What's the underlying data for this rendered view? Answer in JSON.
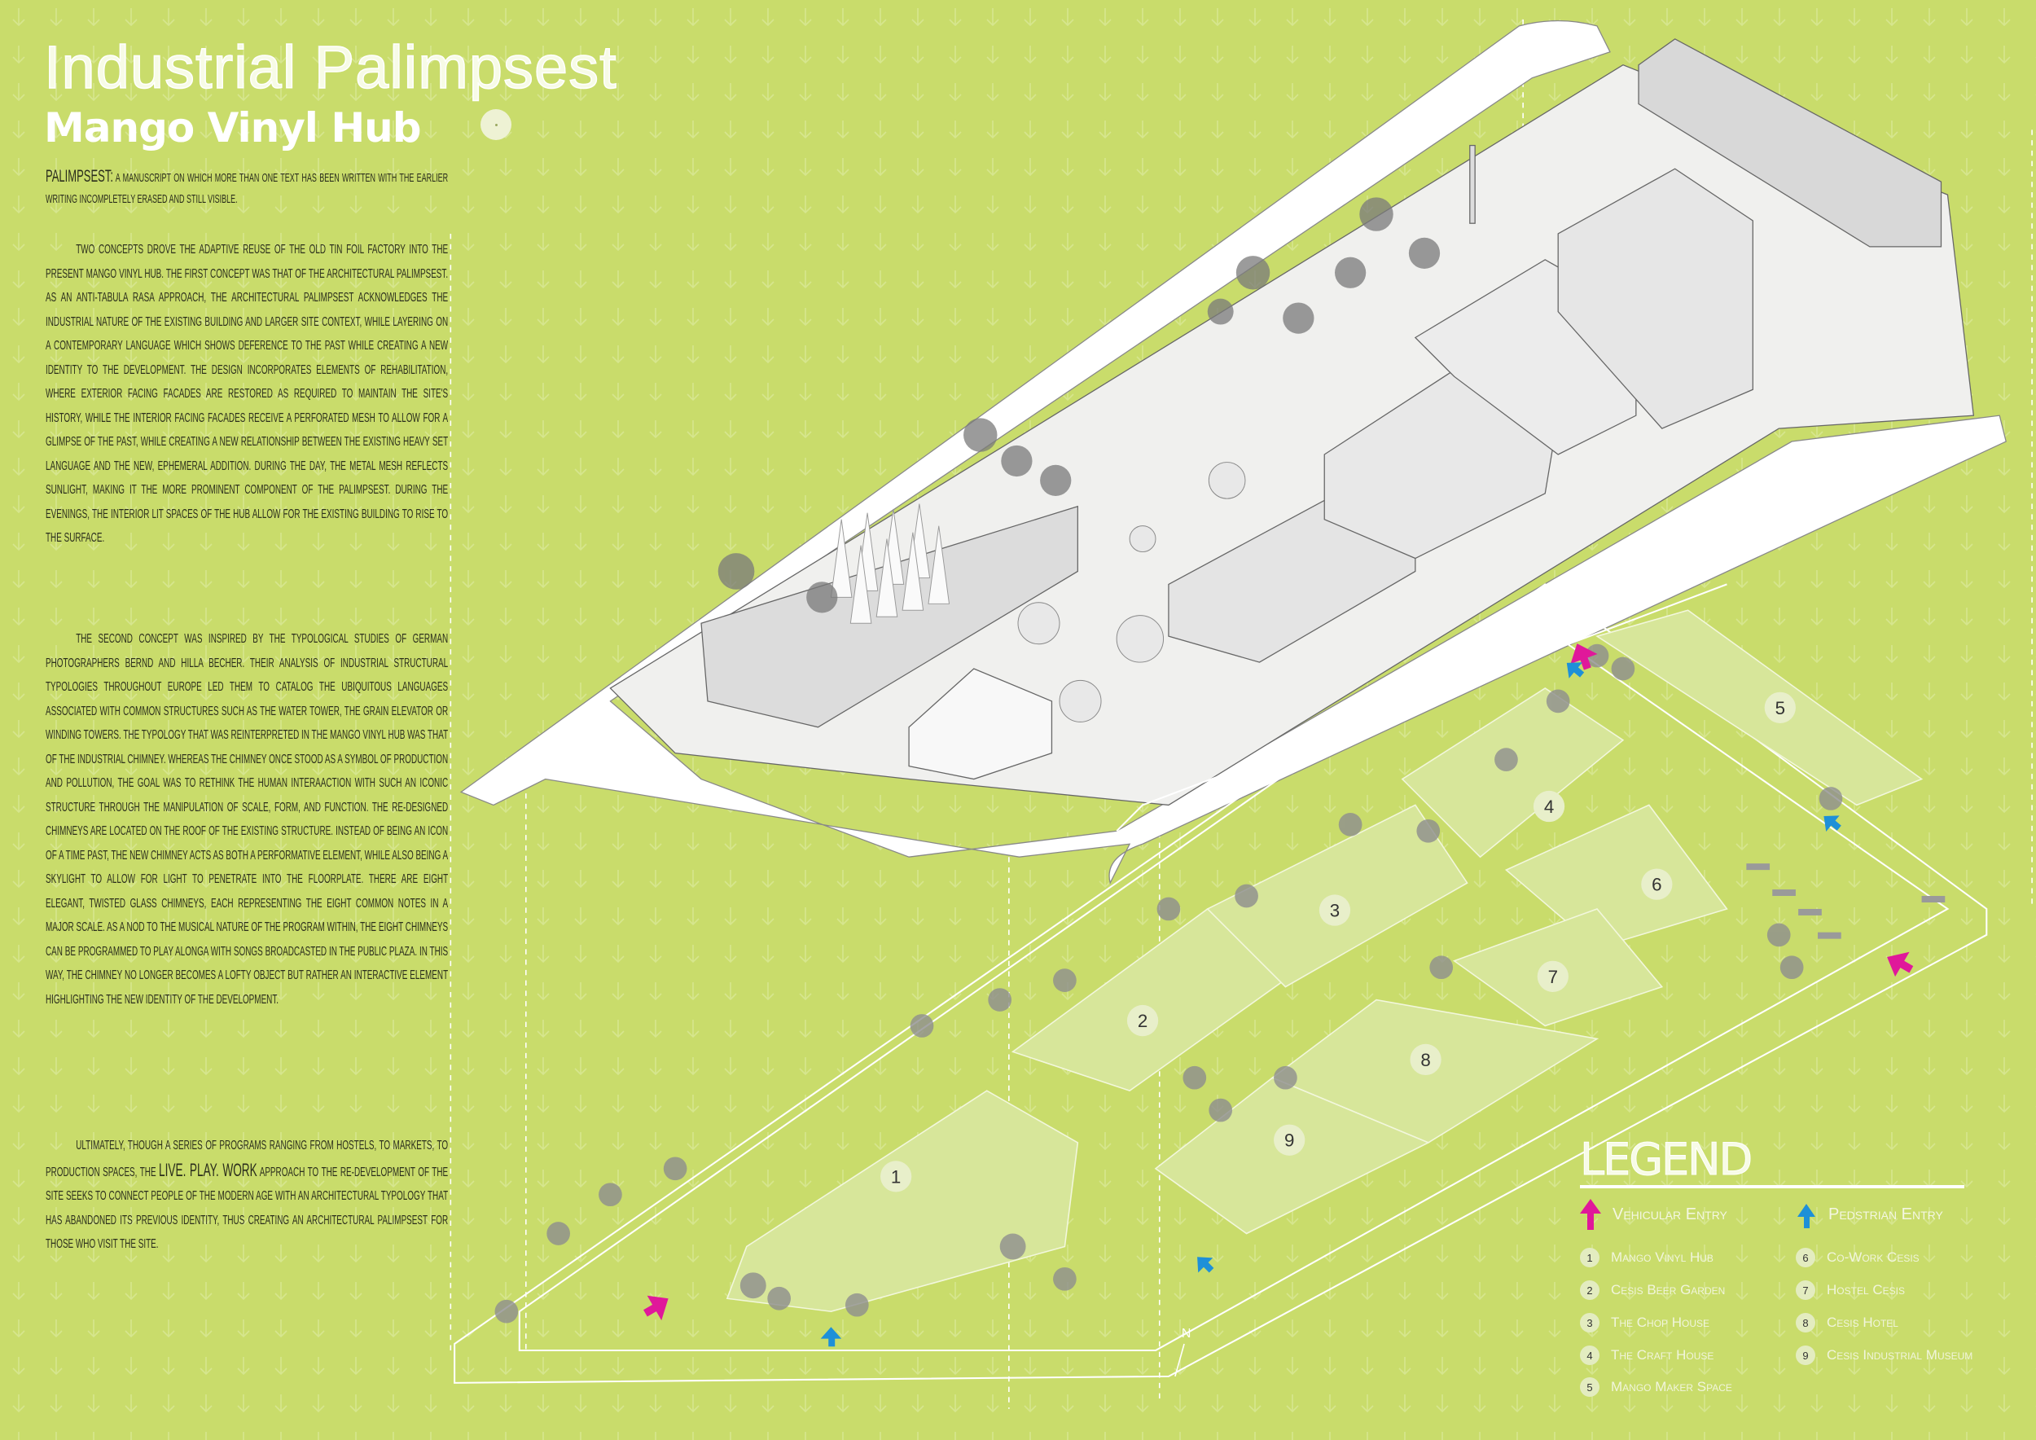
{
  "header": {
    "title": "Industrial Palimpsest",
    "subtitle": "Mango Vinyl Hub"
  },
  "definition": {
    "term": "Palimpsest:",
    "text": "A manuscript on which more than one text has been written with the earlier writing incompletely erased and still visible."
  },
  "paragraphs": {
    "p1": "Two concepts drove the adaptive reuse of the old tin foil factory into the present mango vinyl hub. The first concept was that of the architectural palimpsest. As an anti-tabula rasa approach, the architectural palimpsest acknowledges the industrial nature of the existing building and larger site context, while layering on a contemporary language which shows deference to the past while creating a new identity to the development. The design incorporates elements of rehabilitation, where exterior facing facades are restored as required to maintain the site's history, while the interior facing facades receive a perforated mesh to allow for a glimpse of the past, while creating a new relationship between the existing heavy set language and the new, ephemeral addition. During the day, the metal mesh reflects sunlight, making it the more prominent component of the palimpsest. During the evenings, the interior lit spaces of the hub allow for the existing building to rise to the surface.",
    "p2": "The second concept was inspired by the typological studies of German photographers Bernd and Hilla Becher. Their analysis of industrial structural typologies throughout Europe led them to catalog the ubiquitous languages associated with common structures such as the water tower, the grain elevator or winding towers. The typology that was reinterpreted in the Mango Vinyl Hub was that of the industrial chimney. Whereas the chimney once stood as a symbol of production and pollution, the goal was to rethink the human interaAction with such an iconic structure through the manipulation of scale, form, and function. The re-designed chimneys are located on the roof of the Existing Structure. Instead of being an icon of a time past, the new chimney acts as both a performative element, while also being a skylight to allow for light to penetrate into the floorplate. There are eight elegant, twisted glass chimneys, each representing the eight common notes in a major scale. As a nod to the musical nature of the program within, the eight chimneys can be programmed to play alongA with songs broadcasted in the public plaza. In this way, the chimney no longer becomes a lofty object but rather an interactive element highlighting the new identity of the development.",
    "p3_start": "Ultimately, though a series of programs ranging from hostels, to markets, to production spaces, the",
    "p3_emph": "LIVE. PLAY. WORK",
    "p3_end": "approach to the re-development of the site seeks to connect people of the modern age with an architectural typology that has abandoned its previous identity, thus creating an architectural palimpsest for those who visit the site."
  },
  "legend": {
    "title": "LEGEND",
    "vehicular": "Vehicular Entry",
    "pedestrian": "Pedstrian Entry",
    "items": [
      {
        "num": "1",
        "label": "Mango Vinyl Hub"
      },
      {
        "num": "2",
        "label": "Cesis Beer Garden"
      },
      {
        "num": "3",
        "label": "The Chop House"
      },
      {
        "num": "4",
        "label": "The Craft House"
      },
      {
        "num": "5",
        "label": "Mango Maker Space"
      },
      {
        "num": "6",
        "label": "Co-Work Cesis"
      },
      {
        "num": "7",
        "label": "Hostel Cesis"
      },
      {
        "num": "8",
        "label": "Cesis Hotel"
      },
      {
        "num": "9",
        "label": "Cesis Industrial Museum"
      }
    ]
  },
  "plan": {
    "north": "N"
  },
  "colors": {
    "background": "#c9dc6b",
    "vehicular": "#e0189a",
    "pedestrian": "#1e90d8"
  }
}
